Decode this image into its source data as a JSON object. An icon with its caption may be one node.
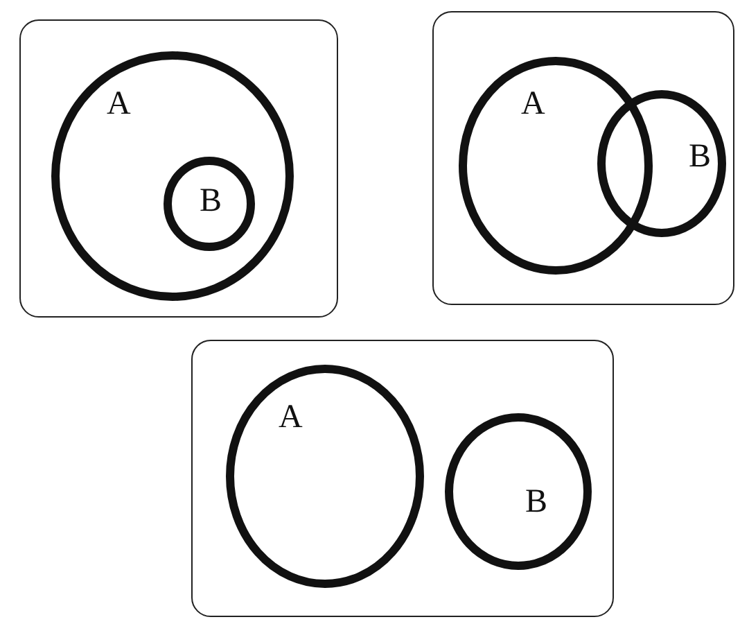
{
  "diagram": {
    "nodes": [
      {
        "text": [],
        "shape": "box"
      },
      {
        "text": [
          "A"
        ],
        "in": 0
      },
      {
        "text": [
          "B"
        ],
        "in": 1
      },
      {
        "text": [],
        "shape": "box"
      },
      {
        "text": [
          "A"
        ],
        "in": 3
      },
      {
        "text": [
          "B"
        ],
        "in": 3
      },
      {
        "text": [],
        "shape": "box"
      },
      {
        "text": [
          "A"
        ],
        "in": 6
      },
      {
        "text": [
          "B"
        ],
        "in": 6
      }
    ]
  }
}
